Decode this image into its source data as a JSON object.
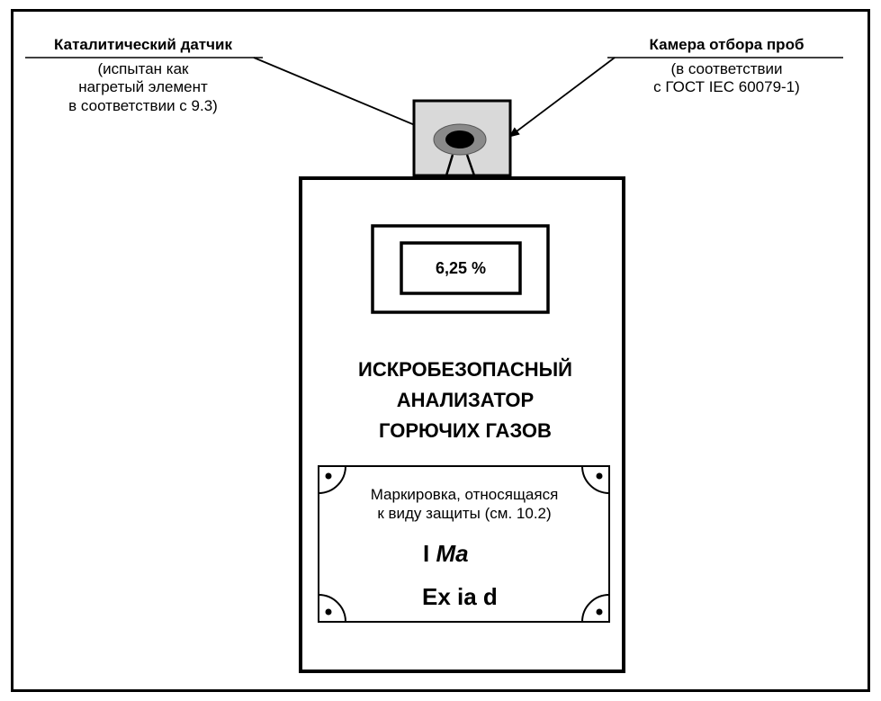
{
  "sensor": {
    "title": "Каталитический датчик",
    "note_lines": [
      "(испытан как",
      "нагретый элемент",
      "в соответствии с 9.3)"
    ]
  },
  "chamber": {
    "title": "Камера отбора проб",
    "note_lines": [
      "(в соответствии",
      "с ГОСТ IEC 60079-1)"
    ]
  },
  "display": {
    "reading": "6,25 %"
  },
  "device": {
    "title_lines": [
      "ИСКРОБЕЗОПАСНЫЙ",
      "АНАЛИЗАТОР",
      "ГОРЮЧИХ ГАЗОВ"
    ]
  },
  "plate": {
    "text_lines": [
      "Маркировка, относящаяся",
      "к виду защиты (см. 10.2)"
    ],
    "code_group_prefix": "I ",
    "code_group_suffix": "Ma",
    "code_protection": "Ex ia d"
  },
  "colors": {
    "line": "#000000",
    "chamber_fill": "#d9d9d9",
    "sensor_ring": "#8a8a8a"
  }
}
